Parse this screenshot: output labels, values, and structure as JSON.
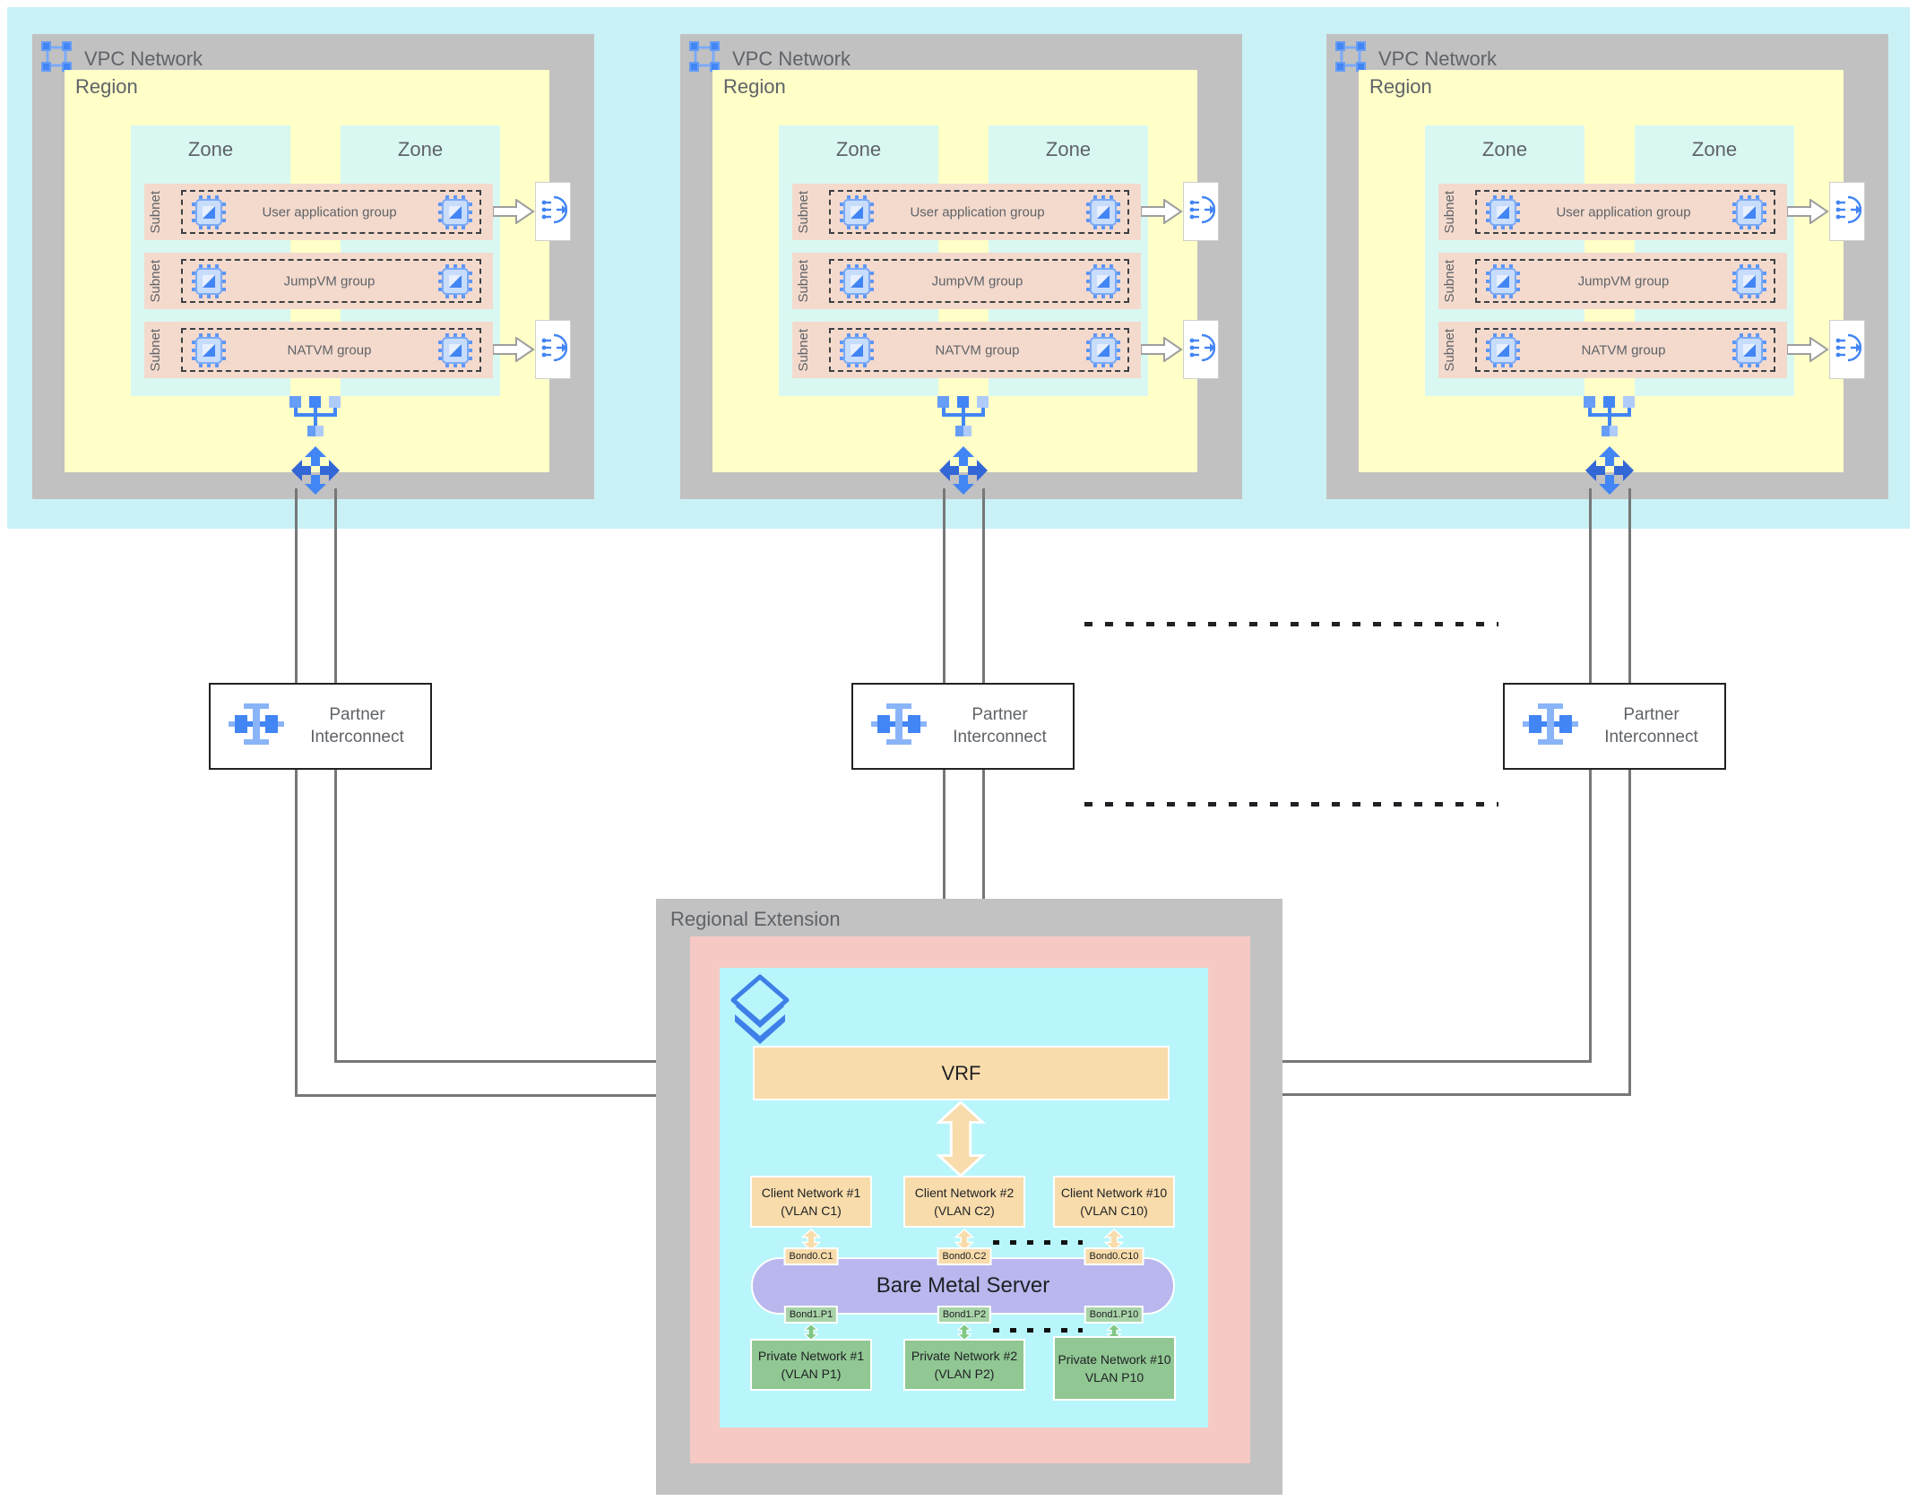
{
  "colors": {
    "top_band": "#c9f1f6",
    "vpc_gray": "#c1c1c1",
    "region_yellow": "#ffffc7",
    "zone_cyan": "#d9f8f2",
    "subnet_salmon": "#f4dacd",
    "wire_gray": "#777777",
    "icon_blue": "#4285f4",
    "icon_blue_light": "#8ab4f8",
    "re_gray": "#c2c2c2",
    "re_pink": "#f7c9c5",
    "re_cyan": "#b8f6fb",
    "orange": "#f8dcab",
    "server_purple": "#b9b7ee",
    "private_green": "#90c793",
    "bond_green": "#a9d4a9"
  },
  "vpcs": [
    {
      "title": "VPC Network",
      "region_label": "Region",
      "zones": [
        "Zone",
        "Zone"
      ],
      "subnets": [
        {
          "side": "Subnet",
          "group": "User application group"
        },
        {
          "side": "Subnet",
          "group": "JumpVM group"
        },
        {
          "side": "Subnet",
          "group": "NATVM group"
        }
      ]
    },
    {
      "title": "VPC Network",
      "region_label": "Region",
      "zones": [
        "Zone",
        "Zone"
      ],
      "subnets": [
        {
          "side": "Subnet",
          "group": "User application group"
        },
        {
          "side": "Subnet",
          "group": "JumpVM group"
        },
        {
          "side": "Subnet",
          "group": "NATVM group"
        }
      ]
    },
    {
      "title": "VPC Network",
      "region_label": "Region",
      "zones": [
        "Zone",
        "Zone"
      ],
      "subnets": [
        {
          "side": "Subnet",
          "group": "User application group"
        },
        {
          "side": "Subnet",
          "group": "JumpVM group"
        },
        {
          "side": "Subnet",
          "group": "NATVM group"
        }
      ]
    }
  ],
  "interconnects": [
    {
      "label": "Partner Interconnect"
    },
    {
      "label": "Partner Interconnect"
    },
    {
      "label": "Partner Interconnect"
    }
  ],
  "regional_extension": {
    "title": "Regional Extension",
    "vrf_label": "VRF",
    "client_networks": [
      {
        "name": "Client Network #1",
        "vlan": "(VLAN C1)"
      },
      {
        "name": "Client Network #2",
        "vlan": "(VLAN C2)"
      },
      {
        "name": "Client Network #10",
        "vlan": "(VLAN C10)"
      }
    ],
    "bond_top": [
      "Bond0.C1",
      "Bond0.C2",
      "Bond0.C10"
    ],
    "server_label": "Bare Metal Server",
    "bond_bottom": [
      "Bond1.P1",
      "Bond1.P2",
      "Bond1.P10"
    ],
    "private_networks": [
      {
        "name": "Private Network #1",
        "vlan": "(VLAN P1)"
      },
      {
        "name": "Private Network #2",
        "vlan": "(VLAN P2)"
      },
      {
        "name": "Private Network #10",
        "vlan": "VLAN P10"
      }
    ]
  }
}
